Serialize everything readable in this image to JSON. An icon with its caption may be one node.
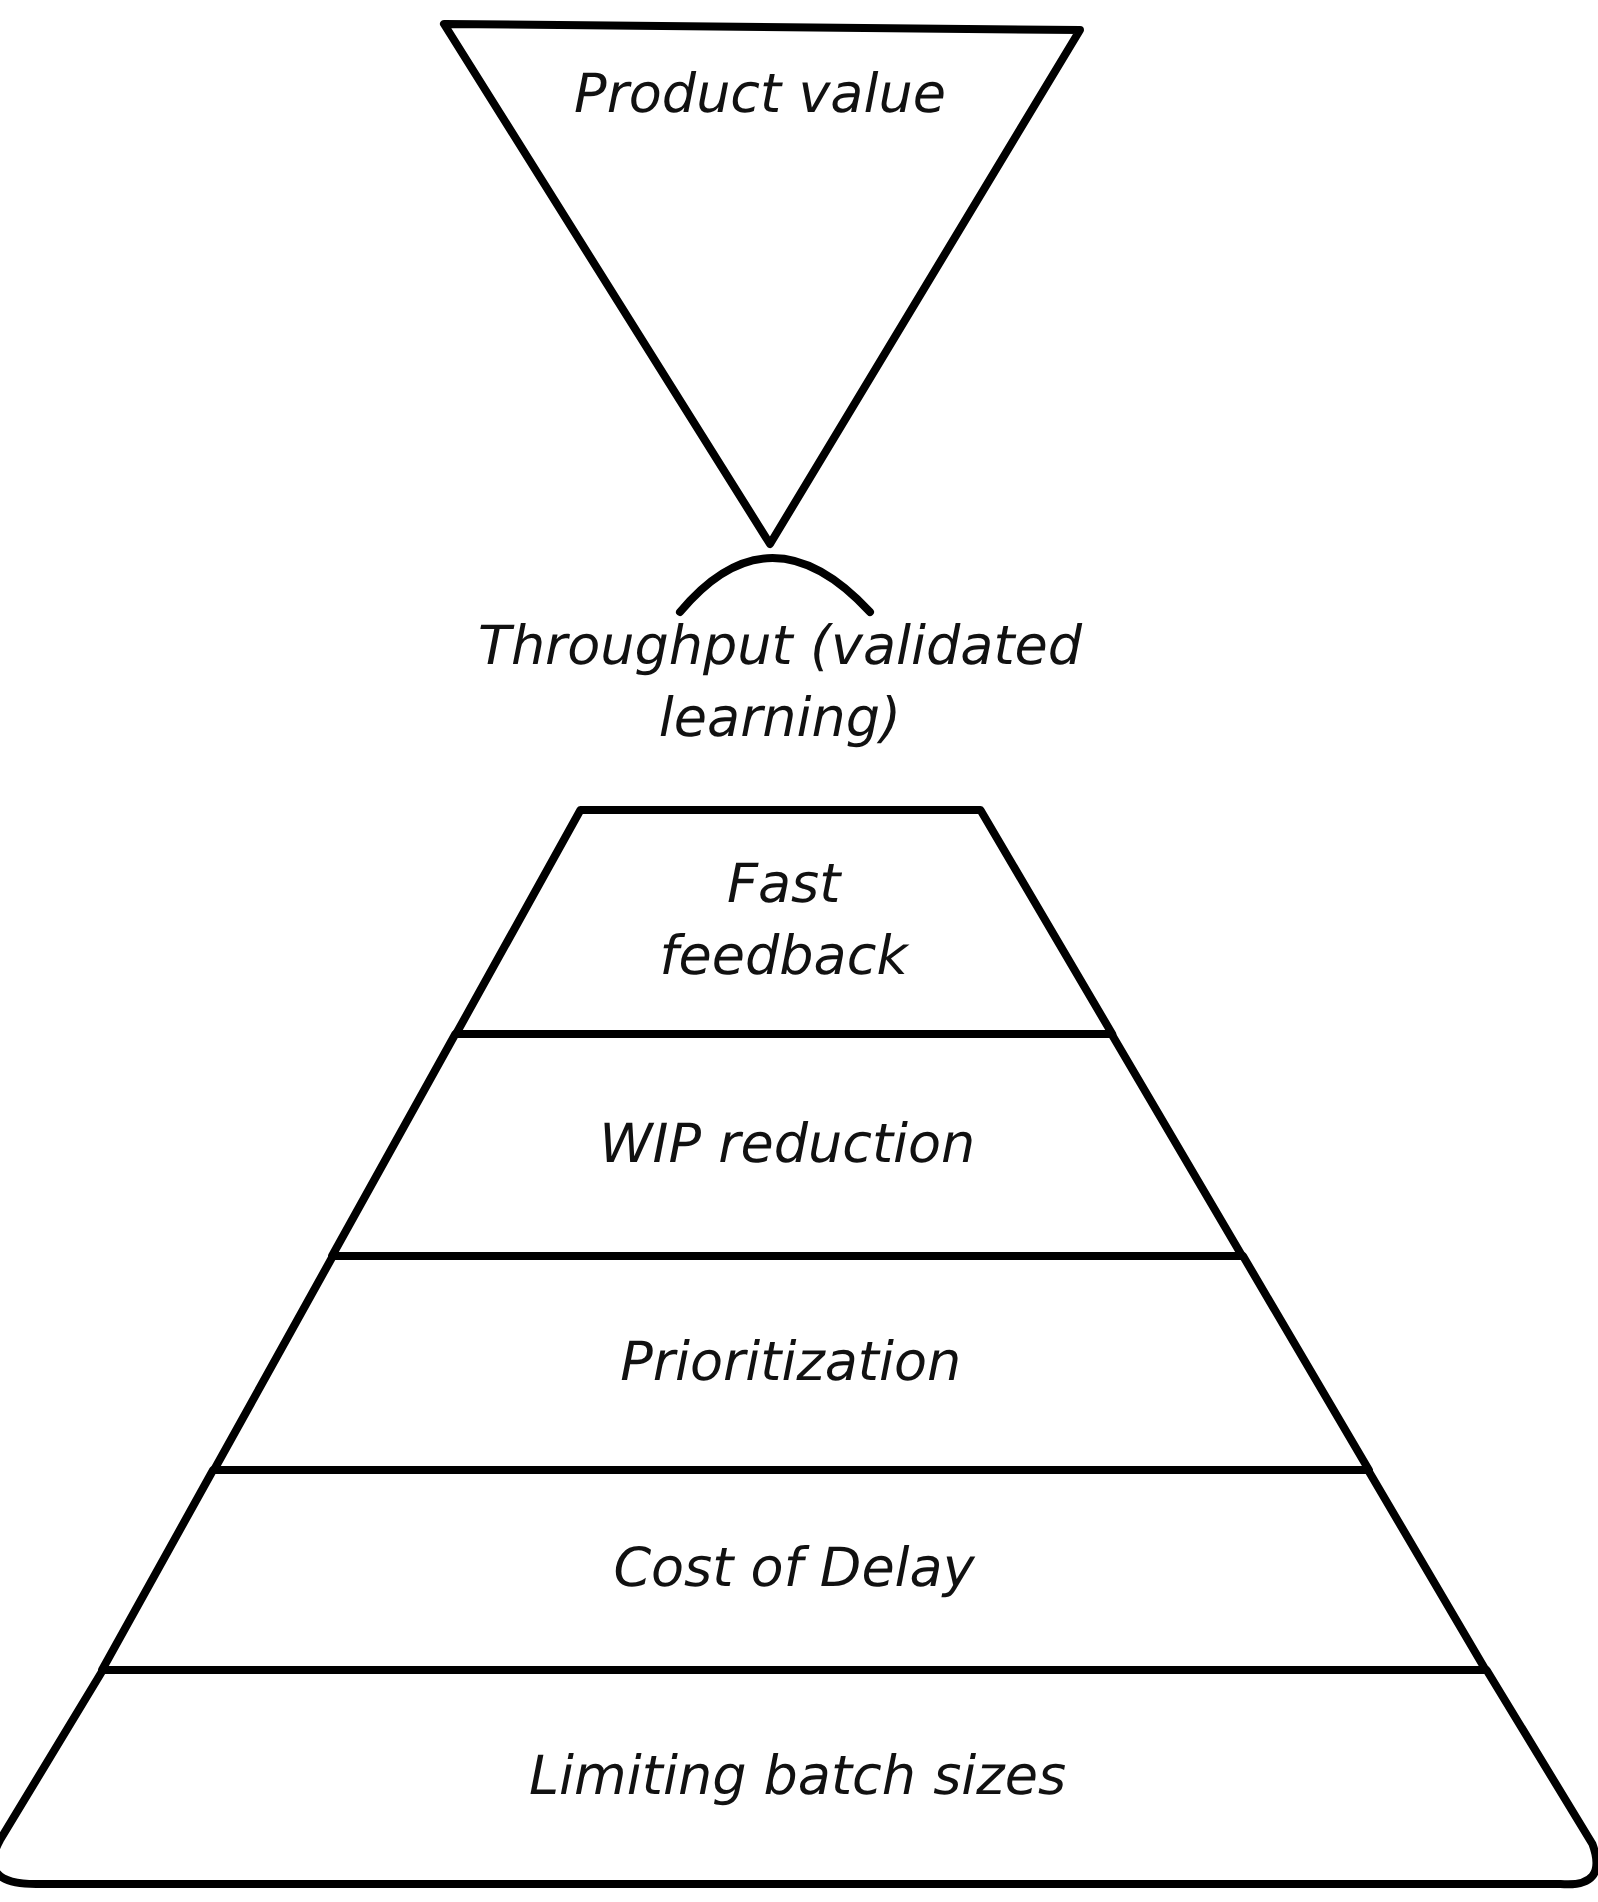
{
  "diagram": {
    "nodes": [
      {
        "text": [
          "Product value"
        ]
      },
      {
        "text": [
          "Throughput (validated learning)"
        ]
      },
      {
        "text": [
          "Fast feedback"
        ]
      },
      {
        "text": [
          "WIP reduction"
        ]
      },
      {
        "text": [
          "Prioritization"
        ]
      },
      {
        "text": [
          "Cost of Delay"
        ]
      },
      {
        "text": [
          "Limiting batch sizes"
        ]
      }
    ]
  }
}
